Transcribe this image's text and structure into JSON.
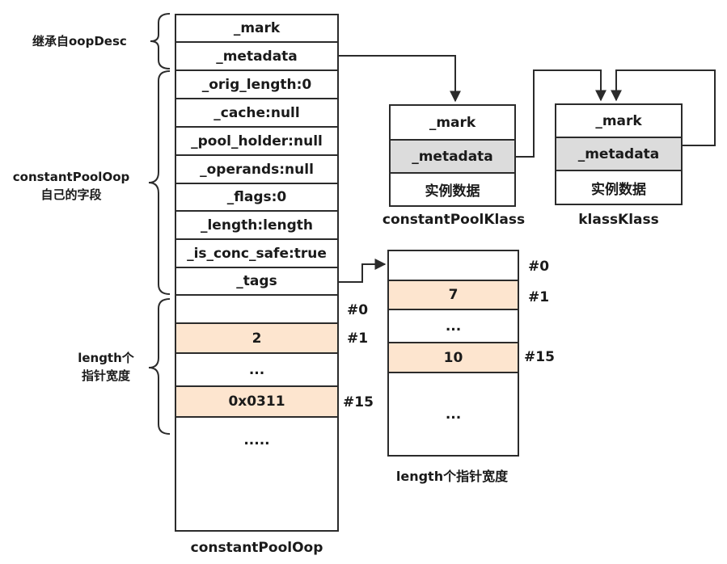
{
  "oop": {
    "title": "constantPoolOop",
    "fields": [
      "_mark",
      "_metadata",
      "_orig_length:0",
      "_cache:null",
      "_pool_holder:null",
      "_operands:null",
      "_flags:0",
      "_length:length",
      "_is_conc_safe:true",
      "_tags"
    ],
    "slots": [
      "",
      "2",
      "...",
      "0x0311",
      "....."
    ],
    "indices": [
      "#0",
      "#1",
      "#15"
    ]
  },
  "braces": {
    "inherit": "继承自oopDesc",
    "own_line1": "constantPoolOop",
    "own_line2": "自己的字段",
    "len_line1": "length个",
    "len_line2": "指针宽度"
  },
  "pool_klass": {
    "title": "constantPoolKlass",
    "rows": [
      "_mark",
      "_metadata",
      "实例数据"
    ]
  },
  "klass_klass": {
    "title": "klassKlass",
    "rows": [
      "_mark",
      "_metadata",
      "实例数据"
    ]
  },
  "tags": {
    "slots": [
      "",
      "7",
      "...",
      "10",
      "..."
    ],
    "indices": [
      "#0",
      "#1",
      "#15"
    ],
    "caption": "length个指针宽度"
  },
  "colors": {
    "highlight": "#fde5cf",
    "metadata_fill": "#dcdcdc",
    "line": "#2b2b2b"
  }
}
